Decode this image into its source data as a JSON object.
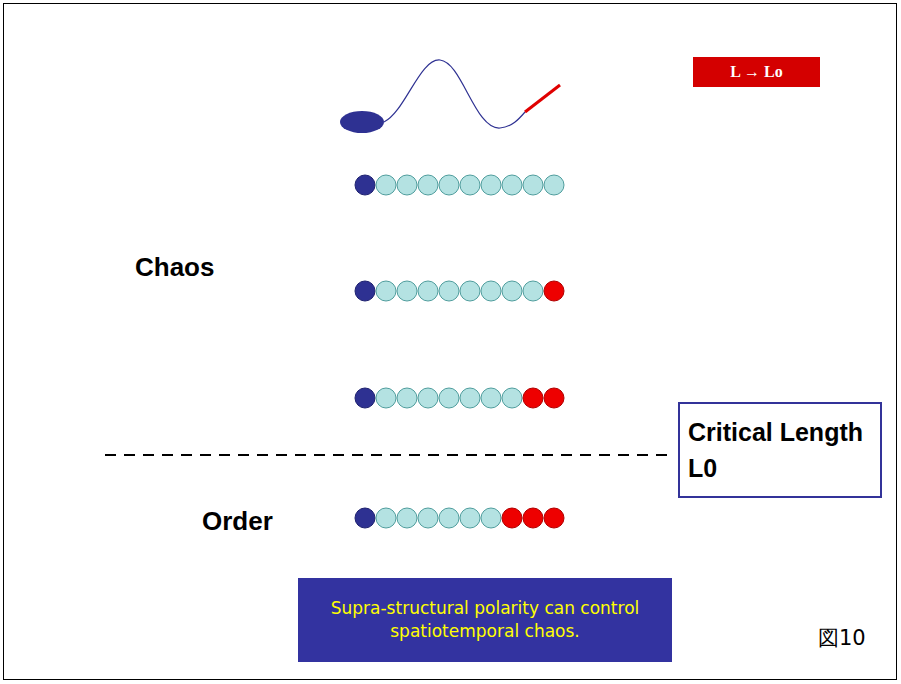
{
  "diagram": {
    "nodes": [
      {
        "text": [
          "L → Lo"
        ]
      },
      {
        "text": [
          "Critical Length L0"
        ]
      },
      {
        "text": [
          "Supra-structural polarity can control spatiotemporal chaos."
        ]
      }
    ],
    "labels": [
      "Chaos",
      "Order",
      "図10"
    ]
  }
}
